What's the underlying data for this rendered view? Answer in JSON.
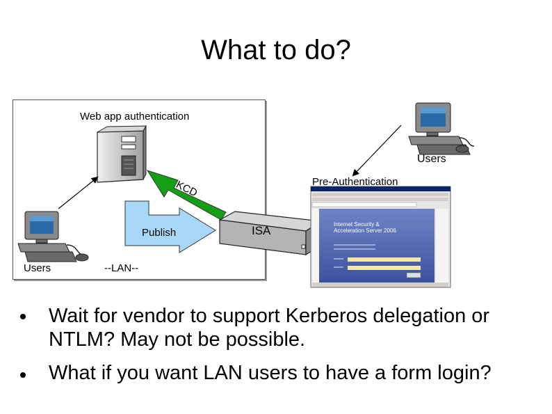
{
  "slide": {
    "title": "What to do?"
  },
  "diagram": {
    "lan_box_label": "Web app authentication",
    "lan_users_label": "Users",
    "lan_label": "--LAN--",
    "kcd_label": "KCD",
    "publish_label": "Publish",
    "isa_label": "ISA",
    "preauth_label": "Pre-Authentication",
    "external_users_label": "Users",
    "form_screenshot": {
      "product_line1": "Internet Security &",
      "product_line2": "Acceleration Server 2006"
    }
  },
  "bullets": [
    "Wait for vendor to support Kerberos delegation or NTLM?  May not be possible.",
    "What if you want LAN users to have a form login?"
  ],
  "colors": {
    "kcd_arrow": "#14a014",
    "publish_arrow": "#a8d8f8",
    "isa_box": "#b4b4b4",
    "form_bg": "#4a62ad"
  }
}
